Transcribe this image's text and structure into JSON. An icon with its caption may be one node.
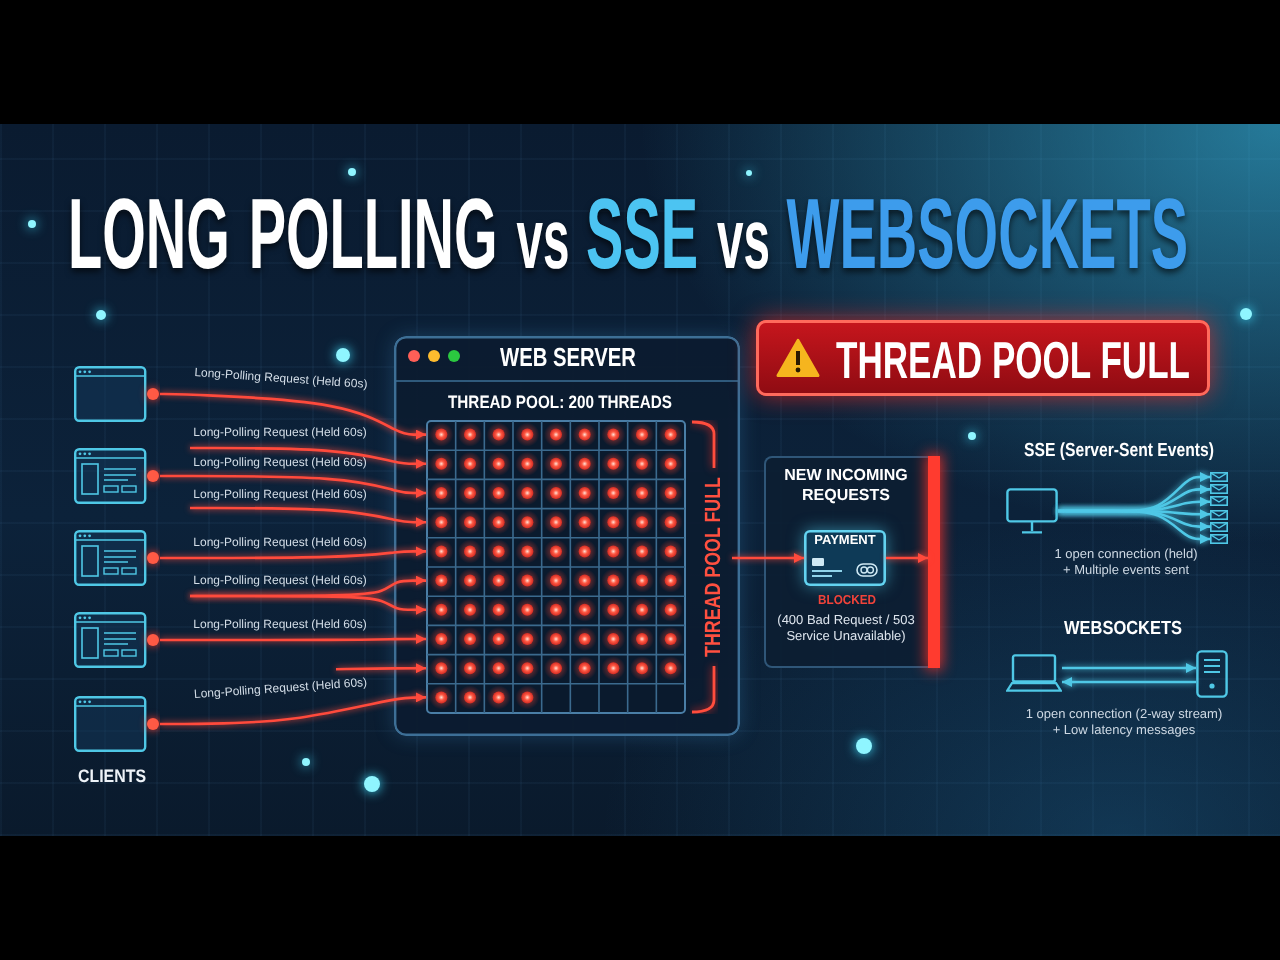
{
  "diagram": {
    "title": "LONG POLLING vs SSE vs WEBSOCKETS",
    "nodes": [
      {
        "text": [],
        "shape": "window"
      },
      {
        "text": [],
        "shape": "window"
      },
      {
        "text": [],
        "shape": "window"
      },
      {
        "text": [],
        "shape": "window"
      },
      {
        "text": [],
        "shape": "window"
      },
      {
        "text": [
          "WEB SERVER"
        ]
      },
      {
        "text": [
          "THREAD POOL: 200 THREADS"
        ],
        "in": 5
      },
      {
        "text": [
          "THREAD POOL FULL"
        ],
        "in": 5
      },
      {
        "text": [
          "THREAD POOL FULL"
        ]
      },
      {
        "text": [
          "NEW INCOMING REQUESTS",
          "BLOCKED",
          "(400 Bad Request / 503 Service Unavailable)"
        ]
      },
      {
        "text": [
          "PAYMENT"
        ],
        "in": 9
      },
      {
        "text": [],
        "shape": "bar",
        "in": 9
      },
      {
        "text": [],
        "shape": "monitor"
      },
      {
        "text": [],
        "shape": "envelope"
      },
      {
        "text": [],
        "shape": "envelope"
      },
      {
        "text": [],
        "shape": "envelope"
      },
      {
        "text": [],
        "shape": "envelope"
      },
      {
        "text": [],
        "shape": "envelope"
      },
      {
        "text": [],
        "shape": "envelope"
      },
      {
        "text": [],
        "shape": "laptop"
      },
      {
        "text": [],
        "shape": "server"
      }
    ],
    "edges": [
      {
        "from": 0,
        "to": 6,
        "arrow": "to",
        "label": "Long-Polling Request (Held 60s)"
      },
      {
        "from": null,
        "to": 6,
        "arrow": "to",
        "label": "Long-Polling Request (Held 60s)"
      },
      {
        "from": 1,
        "to": 6,
        "arrow": "to",
        "label": "Long-Polling Request (Held 60s)"
      },
      {
        "from": null,
        "to": 6,
        "arrow": "to",
        "label": "Long-Polling Request (Held 60s)"
      },
      {
        "from": 2,
        "to": 6,
        "arrow": "to",
        "label": "Long-Polling Request (Held 60s)"
      },
      {
        "from": null,
        "to": 6,
        "arrow": "to",
        "label": "Long-Polling Request (Held 60s)"
      },
      {
        "from": null,
        "to": 6,
        "arrow": "to"
      },
      {
        "from": 3,
        "to": 6,
        "arrow": "to",
        "label": "Long-Polling Request (Held 60s)"
      },
      {
        "from": null,
        "to": 6,
        "arrow": "to"
      },
      {
        "from": 4,
        "to": 6,
        "arrow": "to",
        "label": "Long-Polling Request (Held 60s)"
      },
      {
        "from": 7,
        "to": 10,
        "arrow": "to"
      },
      {
        "from": 10,
        "to": 11,
        "arrow": "to"
      },
      {
        "from": 12,
        "to": 13,
        "arrow": "to",
        "color": "#4fc8e6"
      },
      {
        "from": 12,
        "to": 14,
        "arrow": "to",
        "color": "#4fc8e6"
      },
      {
        "from": 12,
        "to": 15,
        "arrow": "to",
        "color": "#4fc8e6"
      },
      {
        "from": 12,
        "to": 16,
        "arrow": "to",
        "color": "#4fc8e6"
      },
      {
        "from": 12,
        "to": 17,
        "arrow": "to",
        "color": "#4fc8e6"
      },
      {
        "from": 12,
        "to": 18,
        "arrow": "to",
        "color": "#4fc8e6"
      },
      {
        "from": 19,
        "to": 20,
        "arrow": "to",
        "color": "#4fc8e6"
      },
      {
        "from": 20,
        "to": 19,
        "arrow": "to",
        "color": "#4fc8e6"
      }
    ],
    "labels": [
      "CLIENTS",
      "SSE (Server-Sent Events)",
      "1 open connection (held) + Multiple events sent",
      "WEBSOCKETS",
      "1 open connection (2-way stream) + Low latency messages"
    ]
  }
}
